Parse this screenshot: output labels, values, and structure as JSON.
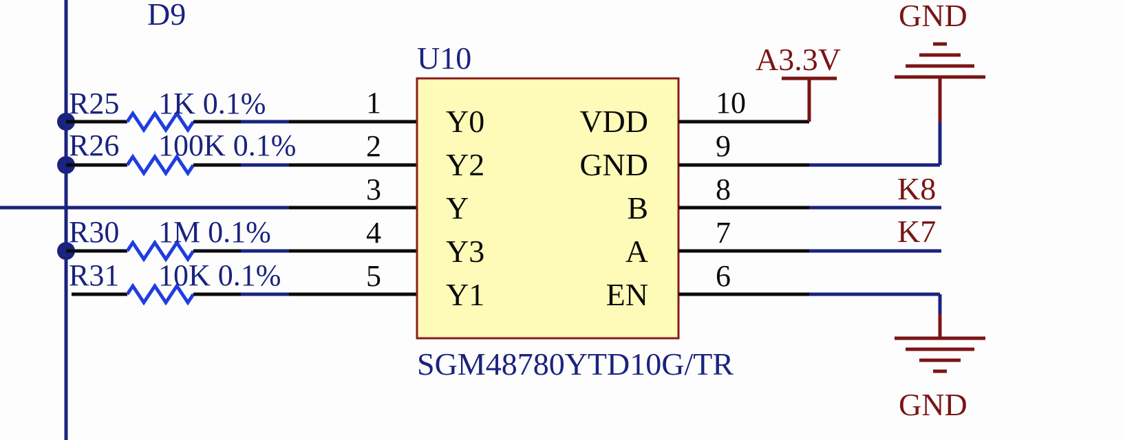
{
  "components": {
    "diode_ref": "D9",
    "ic": {
      "ref": "U10",
      "part": "SGM48780YTD10G/TR",
      "left_pins": [
        {
          "num": "1",
          "name": "Y0"
        },
        {
          "num": "2",
          "name": "Y2"
        },
        {
          "num": "3",
          "name": "Y"
        },
        {
          "num": "4",
          "name": "Y3"
        },
        {
          "num": "5",
          "name": "Y1"
        }
      ],
      "right_pins": [
        {
          "num": "10",
          "name": "VDD"
        },
        {
          "num": "9",
          "name": "GND"
        },
        {
          "num": "8",
          "name": "B"
        },
        {
          "num": "7",
          "name": "A"
        },
        {
          "num": "6",
          "name": "EN"
        }
      ]
    },
    "resistors": [
      {
        "ref": "R25",
        "value": "1K 0.1%"
      },
      {
        "ref": "R26",
        "value": "100K 0.1%"
      },
      {
        "ref": "R30",
        "value": "1M 0.1%"
      },
      {
        "ref": "R31",
        "value": "10K 0.1%"
      }
    ]
  },
  "nets": {
    "power": "A3.3V",
    "gnd_top": "GND",
    "gnd_bottom": "GND",
    "k8": "K8",
    "k7": "K7"
  },
  "colors": {
    "component_outline": "#8b1a1a",
    "component_fill": "#fdfbb7",
    "net_label": "#7a1515",
    "designator": "#1a237e",
    "resistor": "#1f3de0",
    "pin_wire": "#0b0b0b"
  }
}
